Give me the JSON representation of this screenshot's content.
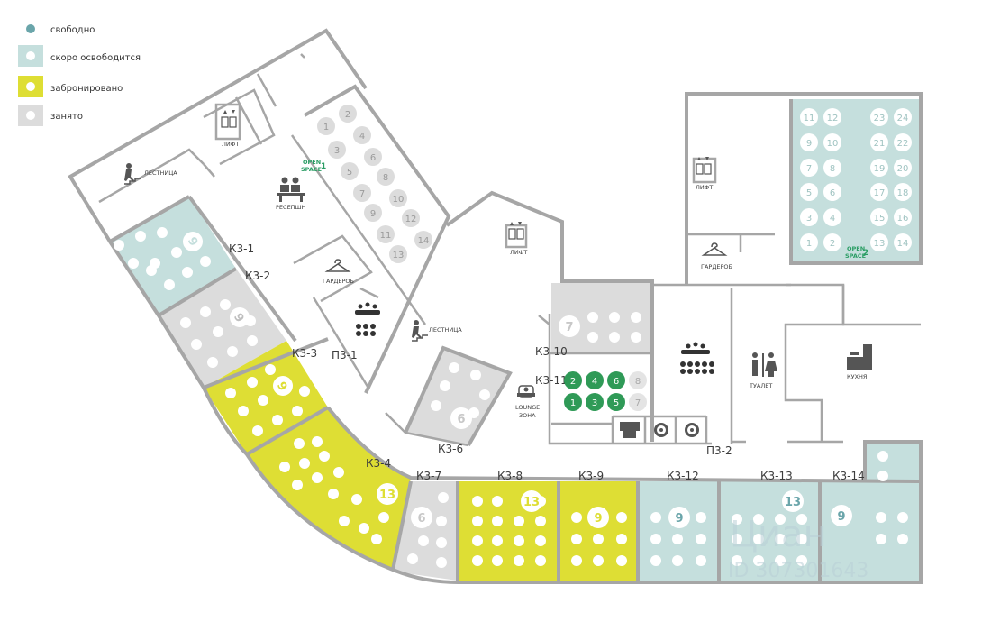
{
  "colors": {
    "available": "#6aa5aa",
    "soon": "#c5dfdd",
    "booked": "#dede34",
    "occupied": "#dcdcdc",
    "seat_green": "#2f9a57",
    "wall": "#a6a6a6"
  },
  "legend": [
    {
      "label": "свободно",
      "status": "available"
    },
    {
      "label": "скоро освободится",
      "status": "soon"
    },
    {
      "label": "забронировано",
      "status": "booked"
    },
    {
      "label": "занято",
      "status": "occupied"
    }
  ],
  "rooms": {
    "k31": {
      "label": "К3-1",
      "capacity": "9",
      "status": "soon"
    },
    "k32": {
      "label": "К3-2",
      "capacity": "9",
      "status": "occupied"
    },
    "k33": {
      "label": "К3-3",
      "capacity": "9",
      "status": "booked"
    },
    "k34": {
      "label": "К3-4",
      "capacity": "13",
      "status": "booked"
    },
    "k36": {
      "label": "К3-6",
      "capacity": "6",
      "status": "occupied"
    },
    "k37": {
      "label": "К3-7",
      "capacity": "6",
      "status": "occupied"
    },
    "k38": {
      "label": "К3-8",
      "capacity": "13",
      "status": "booked"
    },
    "k39": {
      "label": "К3-9",
      "capacity": "9",
      "status": "booked"
    },
    "k310": {
      "label": "К3-10",
      "capacity": "7",
      "status": "occupied"
    },
    "k311": {
      "label": "К3-11"
    },
    "k312": {
      "label": "К3-12",
      "capacity": "9",
      "status": "soon"
    },
    "k313": {
      "label": "К3-13",
      "capacity": "13",
      "status": "soon"
    },
    "k314": {
      "label": "К3-14",
      "capacity": "9",
      "status": "soon"
    },
    "p31": {
      "label": "П3-1"
    },
    "p32": {
      "label": "П3-2"
    }
  },
  "zones": {
    "stairs_1": "ЛЕСТНИЦА",
    "stairs_2": "ЛЕСТНИЦА",
    "lift_1": "ЛИФТ",
    "lift_2": "ЛИФТ",
    "lift_3": "ЛИФТ",
    "reception": "РЕСЕПШН",
    "wardrobe_1": "ГАРДЕРОБ",
    "wardrobe_2": "ГАРДЕРОБ",
    "lounge_line1": "LOUNGE",
    "lounge_line2": "ЗОНА",
    "toilet": "ТУАЛЕТ",
    "kitchen": "КУХНЯ",
    "openspace1_line1": "OPEN",
    "openspace1_line2": "SPACE",
    "openspace1_num": "1",
    "openspace2_line1": "OPEN",
    "openspace2_line2": "SPACE",
    "openspace2_num": "2"
  },
  "open_space_1_seats": [
    "1",
    "2",
    "3",
    "4",
    "5",
    "6",
    "7",
    "8",
    "9",
    "10",
    "11",
    "12",
    "13",
    "14"
  ],
  "open_space_1_status": "occupied",
  "open_space_2_seats": [
    "1",
    "2",
    "3",
    "4",
    "5",
    "6",
    "7",
    "8",
    "9",
    "10",
    "11",
    "12",
    "13",
    "14",
    "15",
    "16",
    "17",
    "18",
    "19",
    "20",
    "21",
    "22",
    "23",
    "24"
  ],
  "open_space_2_status": "soon",
  "k311_seats": [
    {
      "num": "1",
      "status": "available_green"
    },
    {
      "num": "2",
      "status": "available_green"
    },
    {
      "num": "3",
      "status": "available_green"
    },
    {
      "num": "4",
      "status": "available_green"
    },
    {
      "num": "5",
      "status": "available_green"
    },
    {
      "num": "6",
      "status": "available_green"
    },
    {
      "num": "7",
      "status": "occupied"
    },
    {
      "num": "8",
      "status": "occupied"
    }
  ],
  "watermark": {
    "line1": "Циан",
    "line2": "ID 307301643"
  }
}
